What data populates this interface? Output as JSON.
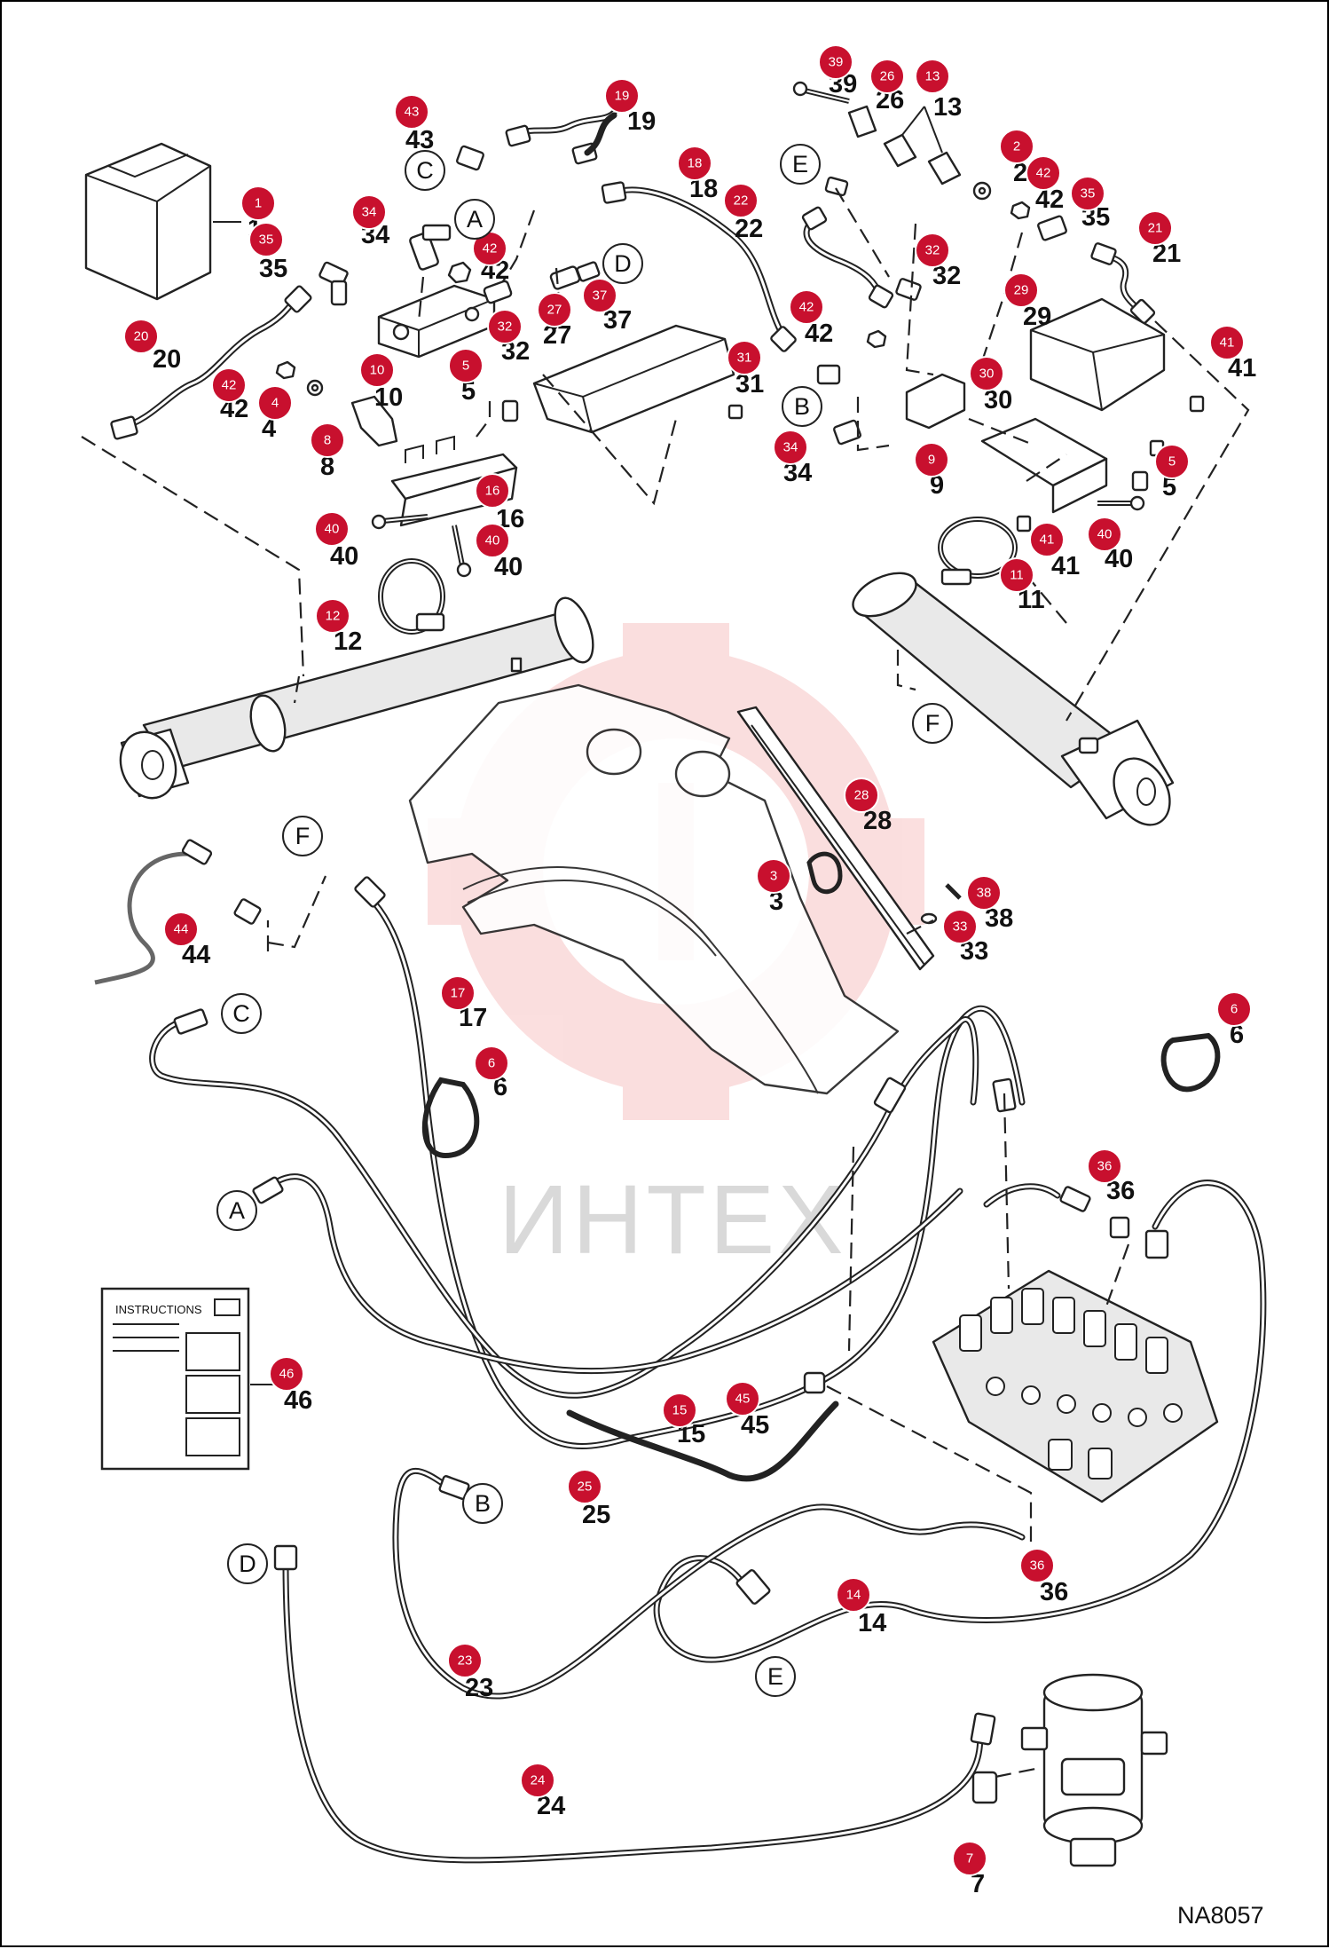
{
  "diagram_code": "NA8057",
  "watermark": "ИНТЕХ",
  "instructions_sheet": {
    "title": "INSTRUCTIONS"
  },
  "colors": {
    "badge": "#c8102e",
    "watermark": "#f4c6c6",
    "line": "#222222"
  },
  "callouts": [
    {
      "n": "39",
      "label": "39"
    },
    {
      "n": "26",
      "label": "26"
    },
    {
      "n": "13",
      "label": "13"
    },
    {
      "n": "43",
      "label": "43"
    },
    {
      "n": "19",
      "label": "19"
    },
    {
      "n": "2",
      "label": "2"
    },
    {
      "n": "42",
      "label": "42"
    },
    {
      "n": "35",
      "label": "35"
    },
    {
      "n": "1",
      "label": "1"
    },
    {
      "n": "18",
      "label": "18"
    },
    {
      "n": "22",
      "label": "22"
    },
    {
      "n": "34",
      "label": "34"
    },
    {
      "n": "42",
      "label": "42"
    },
    {
      "n": "35",
      "label": "35"
    },
    {
      "n": "32",
      "label": "32"
    },
    {
      "n": "21",
      "label": "21"
    },
    {
      "n": "29",
      "label": "29"
    },
    {
      "n": "27",
      "label": "27"
    },
    {
      "n": "37",
      "label": "37"
    },
    {
      "n": "32",
      "label": "32"
    },
    {
      "n": "20",
      "label": "20"
    },
    {
      "n": "42",
      "label": "42"
    },
    {
      "n": "41",
      "label": "41"
    },
    {
      "n": "5",
      "label": "5"
    },
    {
      "n": "10",
      "label": "10"
    },
    {
      "n": "31",
      "label": "31"
    },
    {
      "n": "42",
      "label": "42"
    },
    {
      "n": "4",
      "label": "4"
    },
    {
      "n": "30",
      "label": "30"
    },
    {
      "n": "8",
      "label": "8"
    },
    {
      "n": "34",
      "label": "34"
    },
    {
      "n": "9",
      "label": "9"
    },
    {
      "n": "5",
      "label": "5"
    },
    {
      "n": "16",
      "label": "16"
    },
    {
      "n": "40",
      "label": "40"
    },
    {
      "n": "40",
      "label": "40"
    },
    {
      "n": "41",
      "label": "41"
    },
    {
      "n": "40",
      "label": "40"
    },
    {
      "n": "11",
      "label": "11"
    },
    {
      "n": "12",
      "label": "12"
    },
    {
      "n": "28",
      "label": "28"
    },
    {
      "n": "3",
      "label": "3"
    },
    {
      "n": "38",
      "label": "38"
    },
    {
      "n": "33",
      "label": "33"
    },
    {
      "n": "44",
      "label": "44"
    },
    {
      "n": "17",
      "label": "17"
    },
    {
      "n": "6",
      "label": "6"
    },
    {
      "n": "6",
      "label": "6"
    },
    {
      "n": "36",
      "label": "36"
    },
    {
      "n": "46",
      "label": "46"
    },
    {
      "n": "15",
      "label": "15"
    },
    {
      "n": "45",
      "label": "45"
    },
    {
      "n": "25",
      "label": "25"
    },
    {
      "n": "36",
      "label": "36"
    },
    {
      "n": "14",
      "label": "14"
    },
    {
      "n": "23",
      "label": "23"
    },
    {
      "n": "24",
      "label": "24"
    },
    {
      "n": "7",
      "label": "7"
    }
  ],
  "connectors": [
    {
      "id": "C",
      "label": "C"
    },
    {
      "id": "A",
      "label": "A"
    },
    {
      "id": "D",
      "label": "D"
    },
    {
      "id": "E",
      "label": "E"
    },
    {
      "id": "B",
      "label": "B"
    },
    {
      "id": "F",
      "label": "F"
    },
    {
      "id": "F",
      "label": "F"
    },
    {
      "id": "C",
      "label": "C"
    },
    {
      "id": "A",
      "label": "A"
    },
    {
      "id": "B",
      "label": "B"
    },
    {
      "id": "D",
      "label": "D"
    },
    {
      "id": "E",
      "label": "E"
    }
  ]
}
